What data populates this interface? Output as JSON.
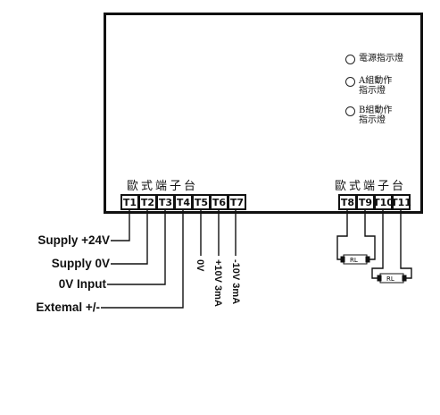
{
  "indicators": [
    {
      "label": "電源指示燈"
    },
    {
      "label": "A組動作\n指示燈"
    },
    {
      "label": "B組動作\n指示燈"
    }
  ],
  "headers": {
    "left": "歐式端子台",
    "right": "歐式端子台"
  },
  "terminals_left": [
    "T1",
    "T2",
    "T3",
    "T4",
    "T5",
    "T6",
    "T7"
  ],
  "terminals_right": [
    "T8",
    "T9",
    "T10",
    "T11"
  ],
  "wire_labels": {
    "supply_24v": "Supply +24V",
    "supply_0v": "Supply 0V",
    "input_0v": "0V Input",
    "external": "Extemal +/-"
  },
  "vertical_labels": {
    "t5": "0V",
    "t6": "+10V 3mA",
    "t7": "-10V 3mA"
  },
  "relay_label": "RL"
}
